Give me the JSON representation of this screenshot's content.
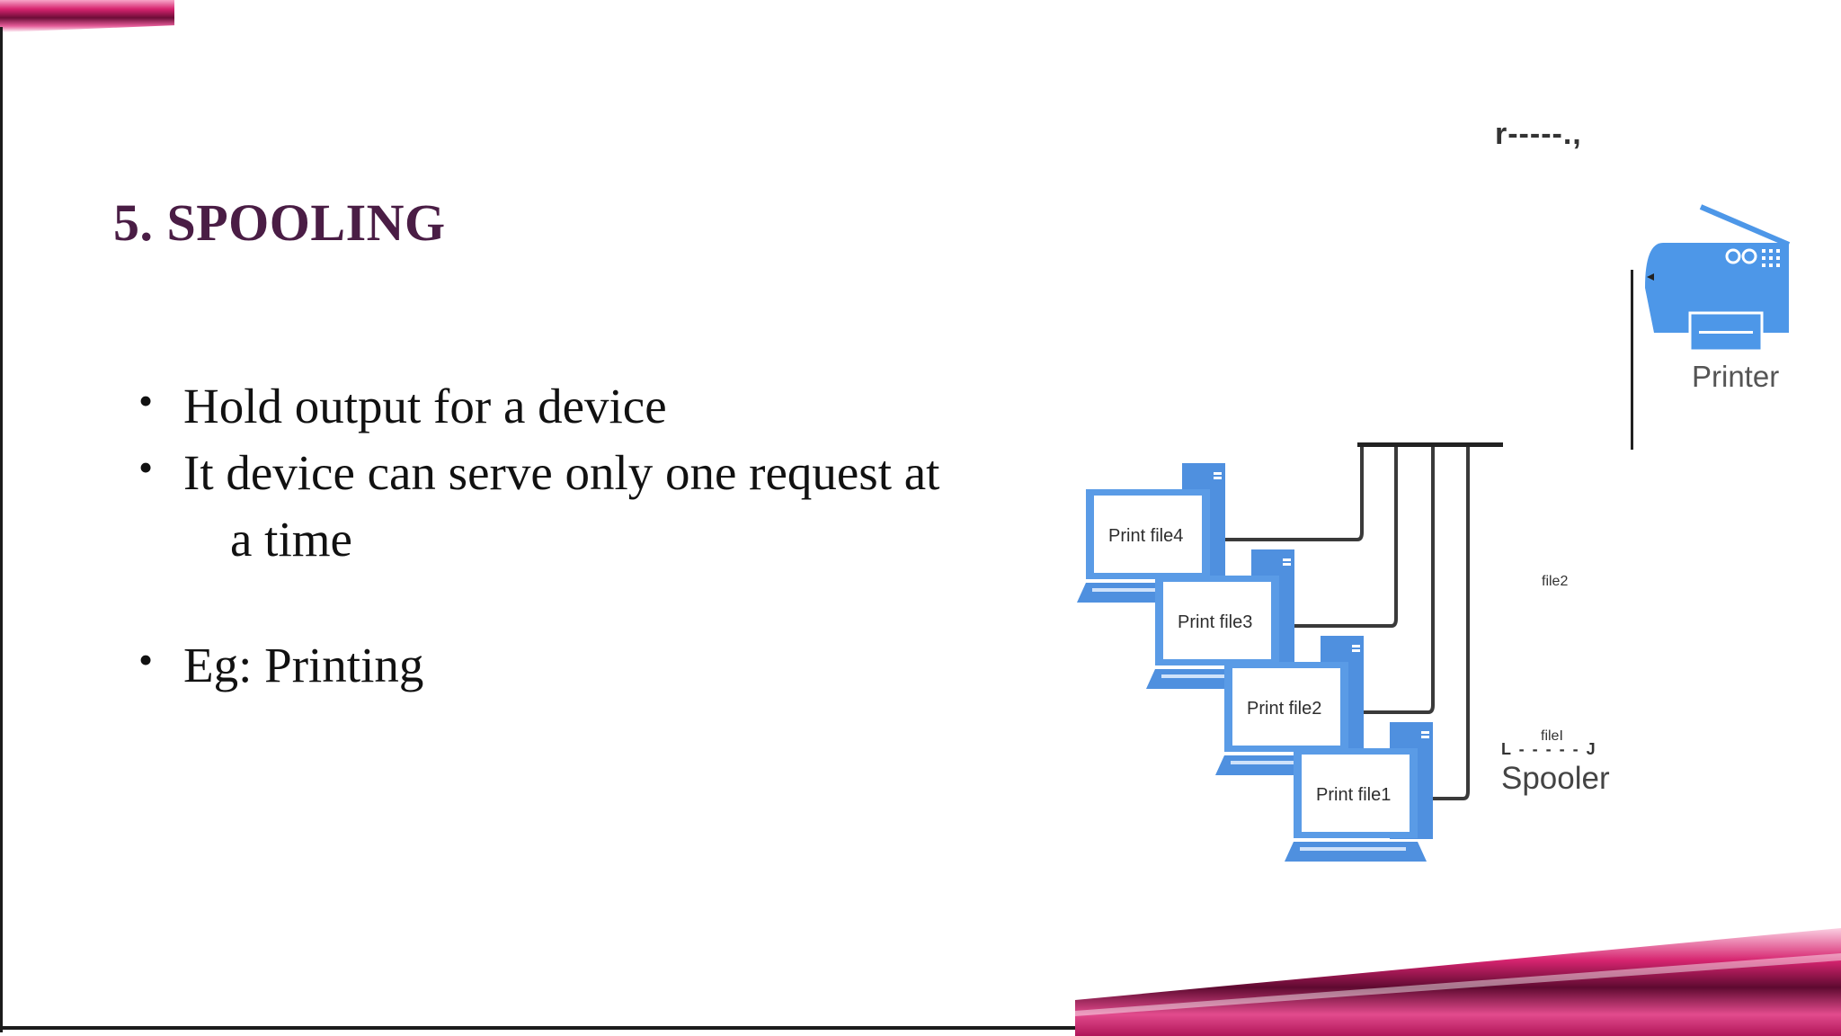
{
  "slide": {
    "title": "5. SPOOLING",
    "bullets": [
      {
        "text": "Hold output for a device"
      },
      {
        "text": "It device can serve only one request at",
        "continuation": "a time"
      },
      {
        "text": "Eg: Printing"
      }
    ],
    "bullet_glyph": "•"
  },
  "diagram": {
    "top_marker": "r-----.,",
    "printer_label": "Printer",
    "spooler_label": "Spooler",
    "spooler_bracket": "L - - - - - J",
    "queue_items": [
      "file2",
      "fileI"
    ],
    "computers": [
      "Print file4",
      "Print file3",
      "Print file2",
      "Print file1"
    ],
    "icons": [
      "computer-icon",
      "printer-icon"
    ]
  },
  "colors": {
    "title": "#4a1d45",
    "computer_blue": "#5a9be6",
    "printer_blue": "#4d97e8",
    "stripe_pink": "#d6246f",
    "stripe_dark": "#5e0a30"
  }
}
